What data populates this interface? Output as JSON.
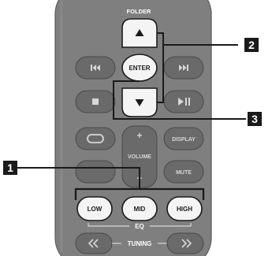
{
  "remote": {
    "folder_label": "FOLDER",
    "enter_label": "ENTER",
    "display_label": "DISPLAY",
    "volume_label": "VOLUME",
    "volume_plus": "+",
    "volume_minus": "−",
    "mute_label": "MUTE",
    "eq_label": "EQ",
    "eq_low_label": "LOW",
    "eq_mid_label": "MID",
    "eq_high_label": "HIGH",
    "tuning_label": "TUNING"
  },
  "callouts": {
    "one": "1",
    "two": "2",
    "three": "3"
  },
  "colors": {
    "body": "#7f7f7f",
    "button_dark": "#6a6a6a",
    "button_light": "#f4f4f4",
    "outline": "#1a1a1a",
    "callout_box": "#1a1a1a",
    "callout_text": "#ffffff"
  },
  "icons": {
    "folder_up": "triangle-up-icon",
    "folder_down": "triangle-down-icon",
    "skip_prev": "skip-previous-icon",
    "skip_next": "skip-next-icon",
    "stop": "stop-icon",
    "play_pause": "play-pause-icon",
    "repeat": "repeat-icon",
    "tune_down": "double-chevron-left-icon",
    "tune_up": "double-chevron-right-icon"
  }
}
